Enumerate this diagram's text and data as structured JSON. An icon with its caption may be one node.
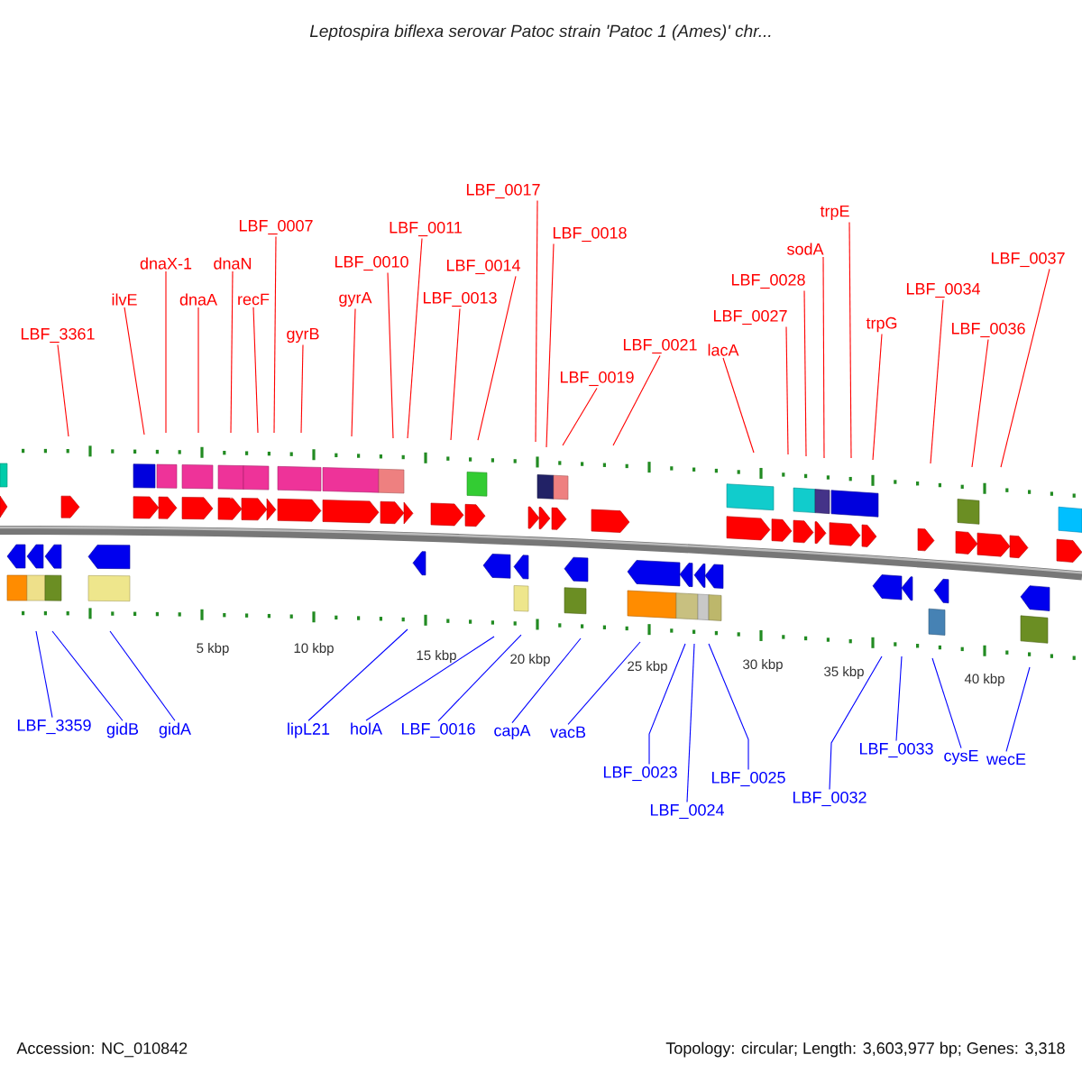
{
  "diagram": {
    "title": "Leptospira biflexa serovar Patoc strain 'Patoc 1 (Ames)' chr...",
    "nodes": [
      {
        "text": [
          "LBF_3361"
        ]
      },
      {
        "text": [
          "ilvE"
        ]
      },
      {
        "text": [
          "dnaX-1"
        ]
      },
      {
        "text": [
          "dnaA"
        ]
      },
      {
        "text": [
          "dnaN"
        ]
      },
      {
        "text": [
          "recF"
        ]
      },
      {
        "text": [
          "LBF_0007"
        ]
      },
      {
        "text": [
          "gyrB"
        ]
      },
      {
        "text": [
          "gyrA"
        ]
      },
      {
        "text": [
          "LBF_0010"
        ]
      },
      {
        "text": [
          "LBF_0011"
        ]
      },
      {
        "text": [
          "LBF_0013"
        ]
      },
      {
        "text": [
          "LBF_0014"
        ]
      },
      {
        "text": [
          "LBF_0017"
        ]
      },
      {
        "text": [
          "LBF_0018"
        ]
      },
      {
        "text": [
          "LBF_0019"
        ]
      },
      {
        "text": [
          "LBF_0021"
        ]
      },
      {
        "text": [
          "lacA"
        ]
      },
      {
        "text": [
          "LBF_0027"
        ]
      },
      {
        "text": [
          "LBF_0028"
        ]
      },
      {
        "text": [
          "sodA"
        ]
      },
      {
        "text": [
          "trpE"
        ]
      },
      {
        "text": [
          "trpG"
        ]
      },
      {
        "text": [
          "LBF_0034"
        ]
      },
      {
        "text": [
          "LBF_0036"
        ]
      },
      {
        "text": [
          "LBF_0037"
        ]
      },
      {
        "text": [
          "LBF_3359"
        ]
      },
      {
        "text": [
          "gidB"
        ]
      },
      {
        "text": [
          "gidA"
        ]
      },
      {
        "text": [
          "lipL21"
        ]
      },
      {
        "text": [
          "holA"
        ]
      },
      {
        "text": [
          "LBF_0016"
        ]
      },
      {
        "text": [
          "capA"
        ]
      },
      {
        "text": [
          "vacB"
        ]
      },
      {
        "text": [
          "LBF_0023"
        ]
      },
      {
        "text": [
          "LBF_0024"
        ]
      },
      {
        "text": [
          "LBF_0025"
        ]
      },
      {
        "text": [
          "LBF_0032"
        ]
      },
      {
        "text": [
          "LBF_0033"
        ]
      },
      {
        "text": [
          "cysE"
        ]
      },
      {
        "text": [
          "wecE"
        ]
      }
    ],
    "edges": [
      {
        "from": 0,
        "to": null,
        "arrow": "none"
      },
      {
        "from": 1,
        "to": null,
        "arrow": "none"
      },
      {
        "from": 2,
        "to": null,
        "arrow": "none"
      },
      {
        "from": 3,
        "to": null,
        "arrow": "none"
      },
      {
        "from": 4,
        "to": null,
        "arrow": "none"
      },
      {
        "from": 5,
        "to": null,
        "arrow": "none"
      },
      {
        "from": 6,
        "to": null,
        "arrow": "none"
      },
      {
        "from": 7,
        "to": null,
        "arrow": "none"
      },
      {
        "from": 8,
        "to": null,
        "arrow": "none"
      },
      {
        "from": 9,
        "to": null,
        "arrow": "none"
      },
      {
        "from": 10,
        "to": null,
        "arrow": "none"
      },
      {
        "from": 11,
        "to": null,
        "arrow": "none"
      },
      {
        "from": 12,
        "to": null,
        "arrow": "none"
      },
      {
        "from": 13,
        "to": null,
        "arrow": "none"
      },
      {
        "from": 14,
        "to": null,
        "arrow": "none"
      },
      {
        "from": 15,
        "to": null,
        "arrow": "none"
      },
      {
        "from": 16,
        "to": null,
        "arrow": "none"
      },
      {
        "from": 17,
        "to": null,
        "arrow": "none"
      },
      {
        "from": 18,
        "to": null,
        "arrow": "none"
      },
      {
        "from": 19,
        "to": null,
        "arrow": "none"
      },
      {
        "from": 20,
        "to": null,
        "arrow": "none"
      },
      {
        "from": 21,
        "to": null,
        "arrow": "none"
      },
      {
        "from": 22,
        "to": null,
        "arrow": "none"
      },
      {
        "from": 23,
        "to": null,
        "arrow": "none"
      },
      {
        "from": 24,
        "to": null,
        "arrow": "none"
      },
      {
        "from": 25,
        "to": null,
        "arrow": "none"
      },
      {
        "from": 26,
        "to": null,
        "arrow": "none",
        "color": "#0000ff"
      },
      {
        "from": 27,
        "to": null,
        "arrow": "none",
        "color": "#0000ff"
      },
      {
        "from": 28,
        "to": null,
        "arrow": "none",
        "color": "#0000ff"
      },
      {
        "from": 29,
        "to": null,
        "arrow": "none",
        "color": "#0000ff"
      },
      {
        "from": 30,
        "to": null,
        "arrow": "none",
        "color": "#0000ff"
      },
      {
        "from": 31,
        "to": null,
        "arrow": "none",
        "color": "#0000ff"
      },
      {
        "from": 32,
        "to": null,
        "arrow": "none",
        "color": "#0000ff"
      },
      {
        "from": 33,
        "to": null,
        "arrow": "none",
        "color": "#0000ff"
      },
      {
        "from": 34,
        "to": null,
        "arrow": "none",
        "color": "#0000ff"
      },
      {
        "from": 35,
        "to": null,
        "arrow": "none",
        "color": "#0000ff"
      },
      {
        "from": 36,
        "to": null,
        "arrow": "none",
        "color": "#0000ff"
      },
      {
        "from": 37,
        "to": null,
        "arrow": "none",
        "color": "#0000ff"
      },
      {
        "from": 38,
        "to": null,
        "arrow": "none",
        "color": "#0000ff"
      },
      {
        "from": 39,
        "to": null,
        "arrow": "none",
        "color": "#0000ff"
      },
      {
        "from": 40,
        "to": null,
        "arrow": "none",
        "color": "#0000ff"
      }
    ],
    "labels": [
      "5 kbp",
      "10 kbp",
      "15 kbp",
      "20 kbp",
      "25 kbp",
      "30 kbp",
      "35 kbp",
      "40 kbp",
      "Accession: NC_010842",
      "Topology: circular; Length: 3,603,977 bp; Genes: 3,318"
    ]
  }
}
